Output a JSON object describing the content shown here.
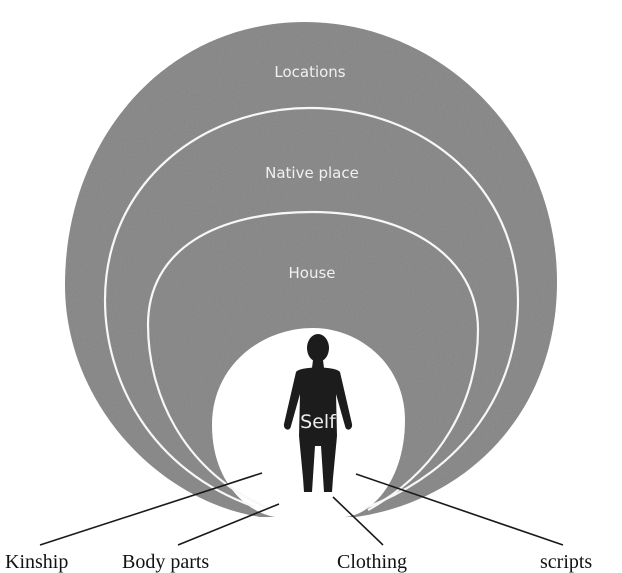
{
  "diagram": {
    "rings": {
      "outer": "Locations",
      "middle": "Native place",
      "inner": "House",
      "center": "Self"
    },
    "labels": {
      "kinship": "Kinship",
      "body_parts": "Body parts",
      "clothing": "Clothing",
      "scripts": "scripts"
    },
    "colors": {
      "disc": "#8f8f8f",
      "ring_line": "#f7f7f7",
      "figure": "#1c1c1c",
      "text": "#111111"
    },
    "icons": {
      "figure": "human-silhouette-icon"
    }
  }
}
